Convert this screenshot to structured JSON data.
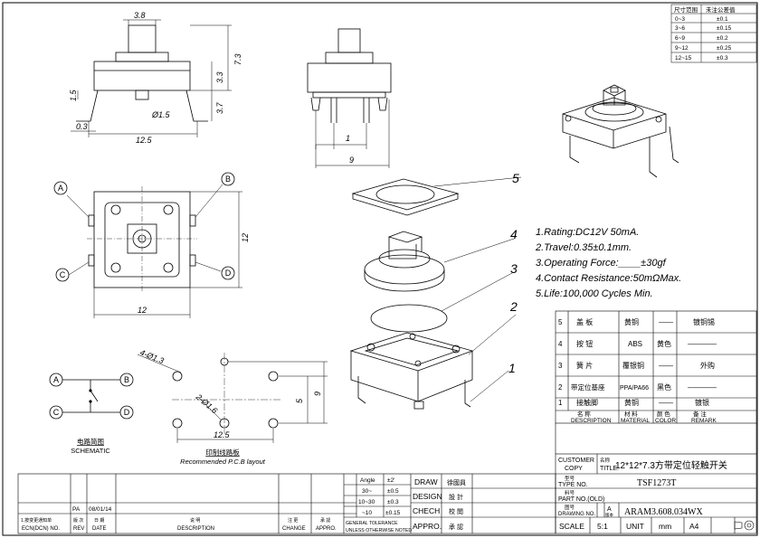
{
  "tolerance_table": {
    "header": [
      "尺寸范围",
      "未注公差值"
    ],
    "rows": [
      [
        "0~3",
        "±0.1"
      ],
      [
        "3~6",
        "±0.15"
      ],
      [
        "6~9",
        "±0.2"
      ],
      [
        "9~12",
        "±0.25"
      ],
      [
        "12~15",
        "±0.3"
      ]
    ]
  },
  "dims": {
    "d3_8": "3.8",
    "d7_3": "7.3",
    "d3_3": "3.3",
    "d3_7": "3.7",
    "d1_5": "1.5",
    "dphi1_5": "Ø1.5",
    "d0_3": "0.3",
    "d12_5": "12.5",
    "d1": "1",
    "d9": "9",
    "d12v": "12",
    "d12h": "12",
    "pcb_holes_a": "4-Ø1.3",
    "pcb_holes_b": "2-Ø1.6",
    "pcb_5": "5",
    "pcb_9": "9",
    "pcb_12_5": "12.5"
  },
  "pins": {
    "a": "A",
    "b": "B",
    "c": "C",
    "d": "D"
  },
  "part_numbers": [
    "1",
    "2",
    "3",
    "4",
    "5"
  ],
  "specs": [
    "1.Rating:DC12V 50mA.",
    "2.Travel:0.35±0.1mm.",
    "3.Operating Force:____±30gf",
    "4.Contact Resistance:50mΩMax.",
    "5.Life:100,000 Cycles Min."
  ],
  "schematic": {
    "title_cn": "电路简图",
    "title_en": "SCHEMATIC"
  },
  "pcb": {
    "title_cn": "印制线路板",
    "title_en": "Recommended P.C.B layout"
  },
  "bom": {
    "rows": [
      [
        "5",
        "盖 板",
        "黄铜",
        "——",
        "镀铜锡"
      ],
      [
        "4",
        "按 钮",
        "ABS",
        "黄色",
        "————"
      ],
      [
        "3",
        "簧 片",
        "覆银铜",
        "——",
        "外购"
      ],
      [
        "2",
        "带定位基座",
        "PPA/PA66",
        "黑色",
        "————"
      ],
      [
        "1",
        "接触脚",
        "黄铜",
        "——",
        "镀银"
      ]
    ],
    "header_cn": [
      "名 称",
      "材 料",
      "颜 色",
      "备 注"
    ],
    "header_en": [
      "DESCRIPTION",
      "MATERIAL",
      "COLOR",
      "REMARK"
    ]
  },
  "title_block": {
    "customer_label": "CUSTOMER",
    "copy_label": "COPY",
    "title_cn": "名称",
    "title_label": "TITLE:",
    "title_value": "12*12*7.3方带定位轻触开关",
    "type_cn": "型号",
    "type_label": "TYPE NO.",
    "type_value": "TSF1273T",
    "part_cn": "料号",
    "part_label": "PART NO.(OLD)",
    "drawing_cn": "图号",
    "drawing_label": "DRAWING NO.",
    "rev_box": "A",
    "rev_cn": "版本",
    "drawing_value": "ARAM3.608.034WX",
    "scale_label": "SCALE",
    "scale_value": "5:1",
    "unit_label": "UNIT",
    "unit_value": "mm",
    "sheet": "A4"
  },
  "approvals": {
    "rows": [
      [
        "DRAW",
        "徐國員"
      ],
      [
        "DESIGN",
        "設 計"
      ],
      [
        "CHECH",
        "校 閲"
      ],
      [
        "APPRO.",
        "承 認"
      ]
    ]
  },
  "angle_table": {
    "header": [
      "Angle",
      "±2'"
    ],
    "rows": [
      [
        "30~",
        "±0.5"
      ],
      [
        "10~30",
        "±0.3"
      ],
      [
        "~10",
        "±0.15"
      ]
    ],
    "note1": "GENERAL TOLERANCE",
    "note2": "UNLESS OTHERWISE NOTED"
  },
  "revision": {
    "row": [
      "PA",
      "08/01/14",
      "",
      "",
      ""
    ],
    "notice_cn": "1.按变更通知单",
    "notice_en": "ECN(DCN) NO.",
    "rev_cn": "版 次",
    "rev_en": "REV",
    "date_cn": "日 期",
    "date_en": "DATE",
    "desc_cn": "说 明",
    "desc_en": "DESCRIPTION",
    "change_cn": "注 更",
    "change_en": "CHANGE",
    "appro_cn": "承 認",
    "appro_en": "APPRO."
  },
  "colors": {
    "ink": "#000000",
    "paper": "#ffffff"
  }
}
